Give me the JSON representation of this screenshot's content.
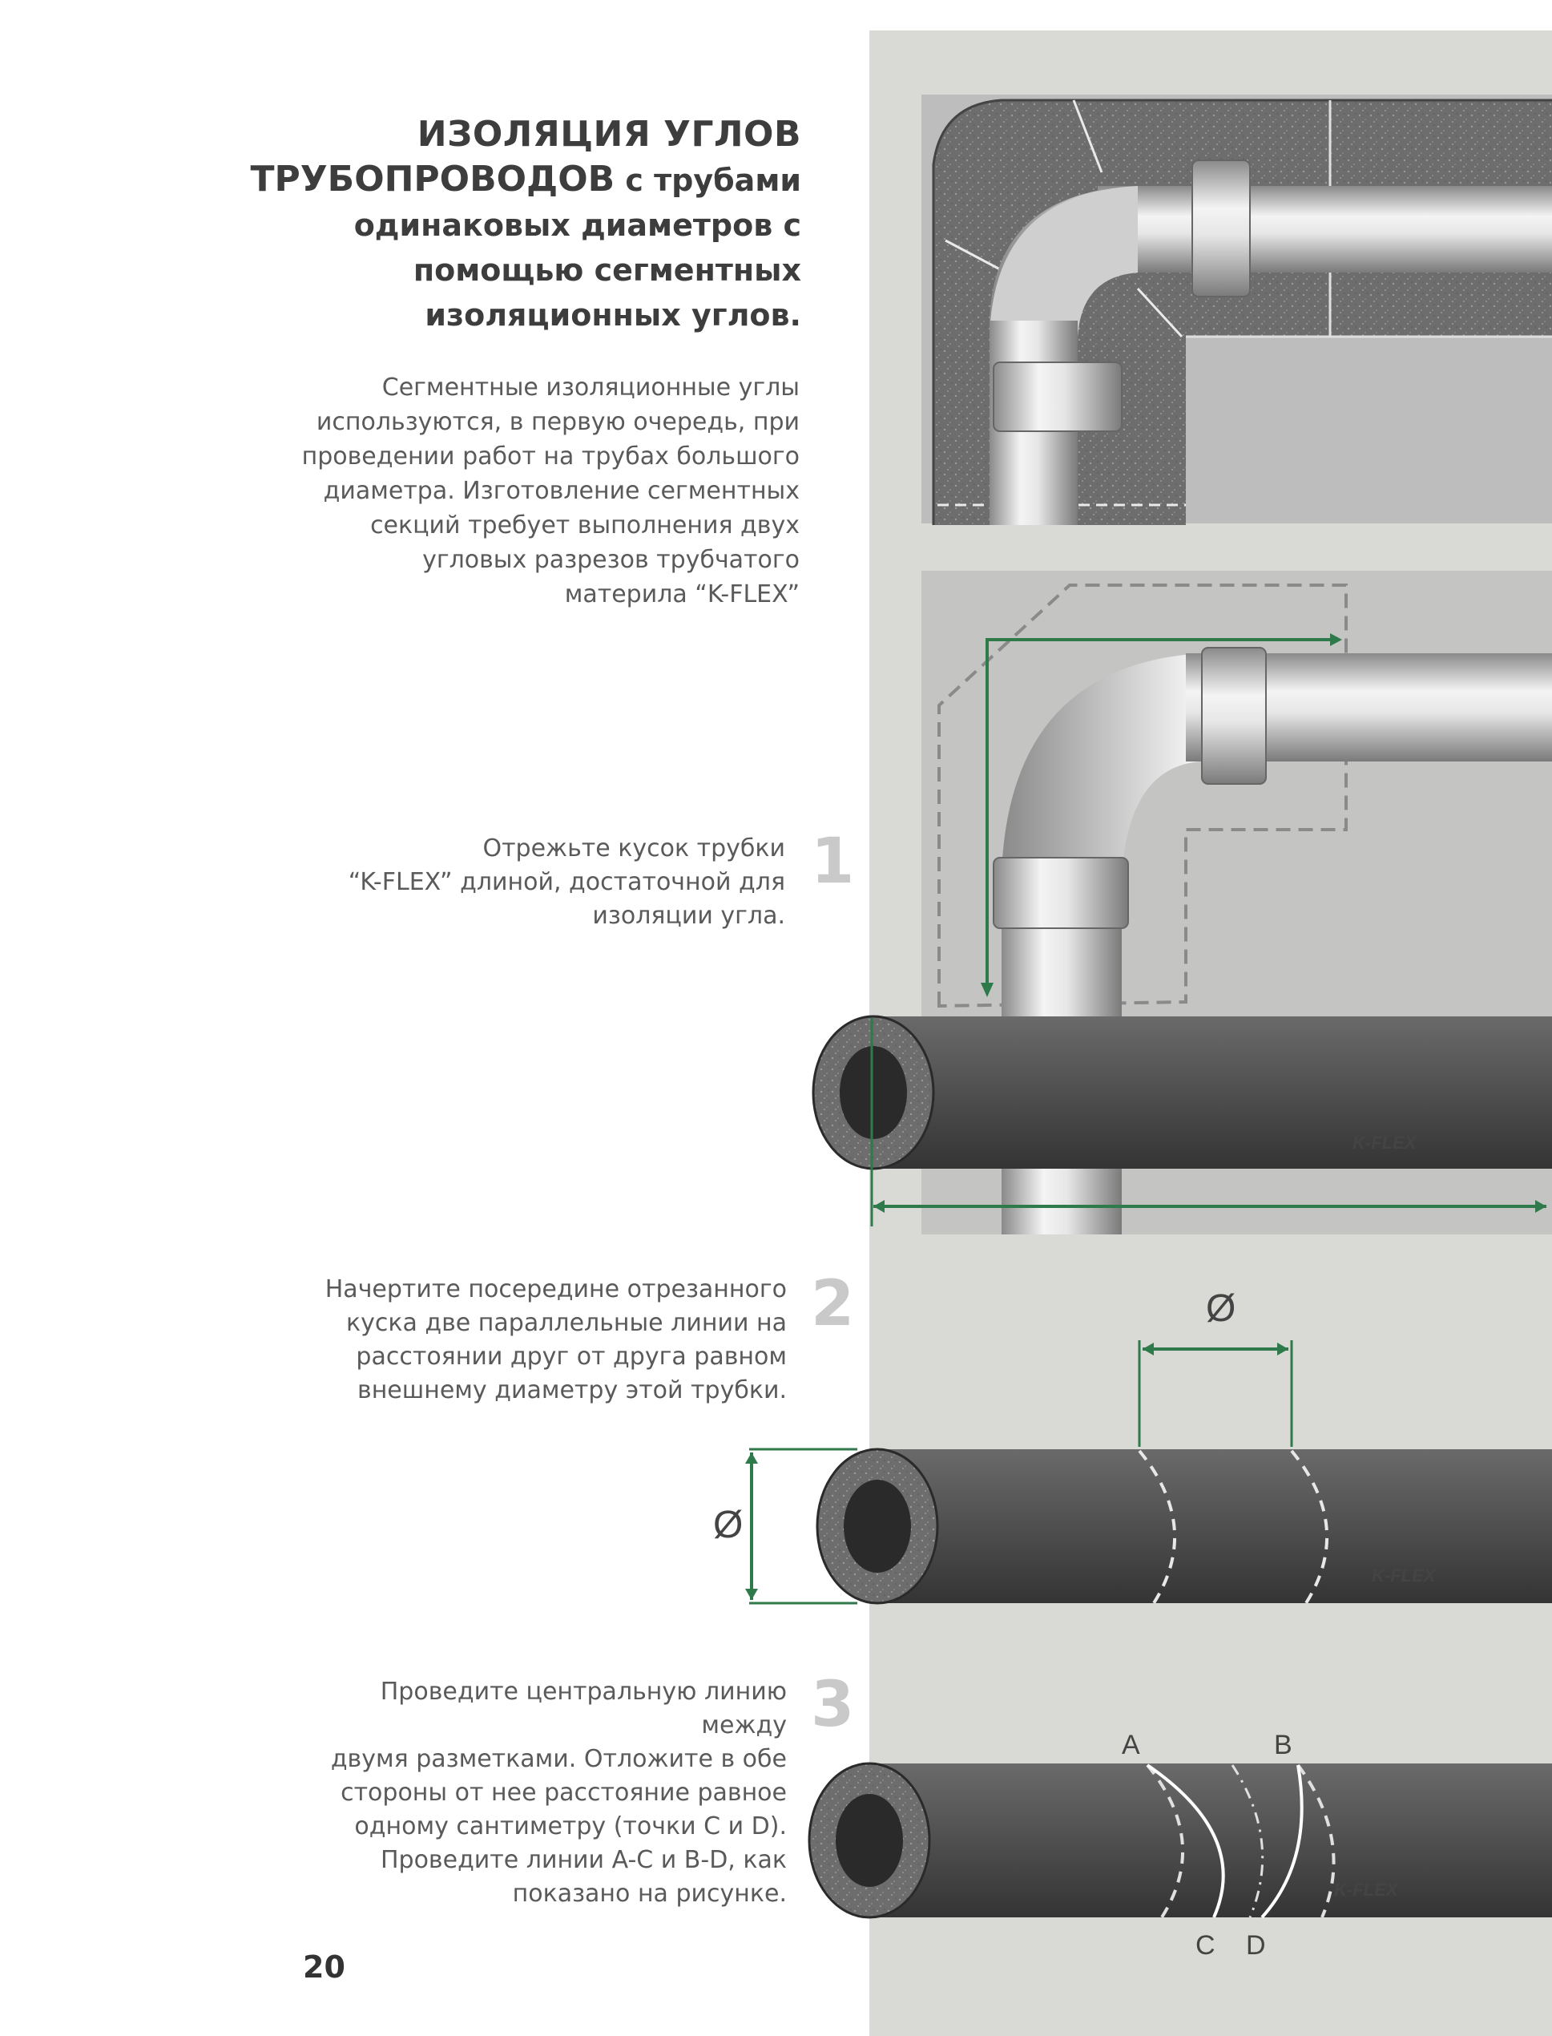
{
  "title": {
    "line1": "ИЗОЛЯЦИЯ УГЛОВ",
    "line2_caps": "ТРУБОПРОВОДОВ",
    "line2_rest": " с трубами",
    "line3": "одинаковых диаметров с",
    "line4": "помощью  сегментных",
    "line5": "изоляционных углов."
  },
  "intro": [
    "Сегментные изоляционные углы",
    "используются, в первую очередь, при",
    "проведении работ на трубах большого",
    "диаметра. Изготовление сегментных",
    "секций требует выполнения двух",
    "угловых разрезов трубчатого",
    "материла “K-FLEX”"
  ],
  "steps": [
    {
      "number": "1",
      "lines": [
        "Отрежьте кусок трубки",
        "“K-FLEX” длиной, достаточной для",
        "изоляции угла."
      ]
    },
    {
      "number": "2",
      "lines": [
        "Начертите посередине отрезанного",
        "куска две параллельные линии на",
        "расстоянии друг от друга равном",
        "внешнему диаметру этой трубки."
      ]
    },
    {
      "number": "3",
      "lines": [
        "Проведите центральную линию между",
        "двумя  разметками. Отложите в обе",
        "стороны от нее расстояние равное",
        "одному  сантиметру (точки C и D).",
        "Проведите линии A-C и B-D, как",
        "показано на рисунке."
      ]
    }
  ],
  "diagram": {
    "brand": "K-FLEX",
    "diameter_symbol": "Ø",
    "point_a": "A",
    "point_b": "B",
    "point_c": "C",
    "point_d": "D"
  },
  "colors": {
    "guide_green": "#2f7a4a",
    "brand_red": "#d01818",
    "panel_gray": "#d8d8d4",
    "insulation": "#4e4e4e"
  },
  "page_number": "20"
}
